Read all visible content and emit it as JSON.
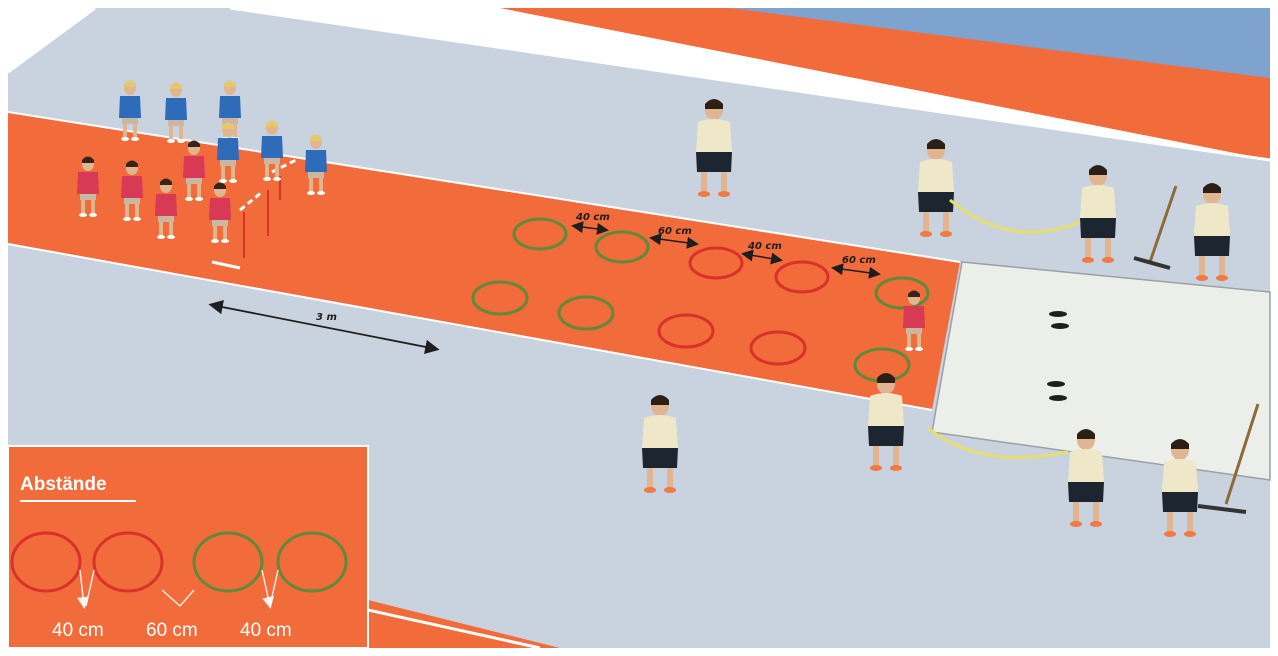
{
  "scene": {
    "distance_label_3m": "3 m",
    "spacing_labels_top_row": [
      "40 cm",
      "60 cm",
      "40 cm",
      "60 cm"
    ],
    "legend": {
      "title": "Abstände",
      "distances": [
        "40 cm",
        "60 cm",
        "40 cm"
      ]
    }
  },
  "colors": {
    "floor": "#c9d2df",
    "lane": "#f26b3a",
    "outer_orange": "#f26b3a",
    "wall_blue": "#7fa3cf",
    "mat": "#eceeea",
    "hoop_red": "#d8322a",
    "hoop_green": "#5e8a3a",
    "team_blue": "#2e6bb8",
    "team_red": "#d83a55",
    "helper_shirt": "#efe8c8",
    "helper_shorts": "#1d2530"
  },
  "icons": [
    "rope-icon",
    "rake-icon",
    "footprint-icon",
    "hoop-icon",
    "double-arrow-icon",
    "hurdle-icon",
    "person-icon"
  ]
}
